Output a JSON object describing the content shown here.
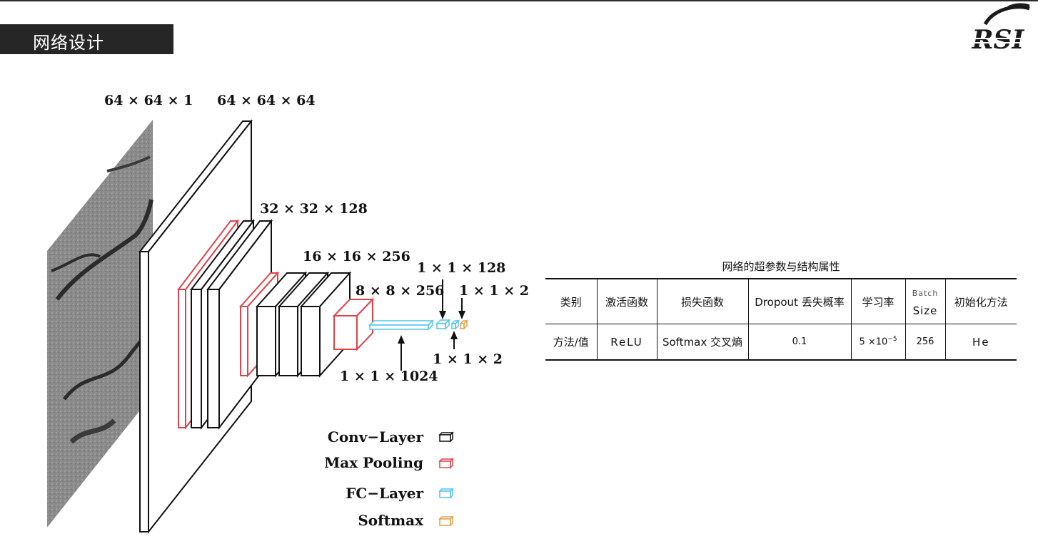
{
  "header": {
    "title": "网络设计"
  },
  "logo": {
    "text": "RSI"
  },
  "diagram": {
    "dims": {
      "input": "64 × 64 × 1",
      "conv1": "64 × 64 × 64",
      "conv2": "32 × 32 × 128",
      "conv3": "16 × 16 × 256",
      "conv4": "8 × 8 × 256",
      "fc1": "1 × 1 × 1024",
      "fc2": "1 × 1 × 128",
      "fc3": "1 × 1 × 2",
      "softmax": "1 × 1 × 2"
    },
    "legend": [
      {
        "label": "Conv−Layer",
        "color": "#111111"
      },
      {
        "label": "Max Pooling",
        "color": "#e0424a"
      },
      {
        "label": "FC−Layer",
        "color": "#4fc3e8"
      },
      {
        "label": "Softmax",
        "color": "#e3a04a"
      }
    ]
  },
  "table": {
    "caption": "网络的超参数与结构属性",
    "headers": [
      "类别",
      "激活函数",
      "损失函数",
      "Dropout 丢失概率",
      "学习率",
      "Batch",
      "Size",
      "初始化方法"
    ],
    "row": [
      "方法/值",
      "ReLU",
      "Softmax 交叉熵",
      "0.1",
      "5 ×10",
      "−5",
      "256",
      "He"
    ]
  }
}
